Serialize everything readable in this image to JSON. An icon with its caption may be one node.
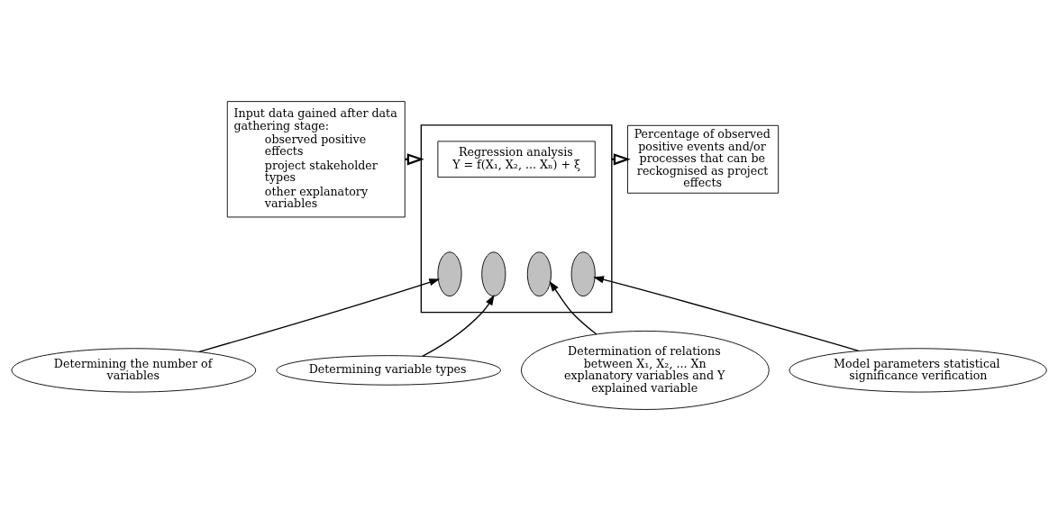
{
  "diagram": {
    "nodes": [
      {
        "text": [
          "Input data gained after data gathering stage:",
          "observed positive effects",
          "project stakeholder types",
          "other explanatory variables"
        ]
      },
      {
        "text": [],
        "shape": "box"
      },
      {
        "text": [
          "Regression analysis",
          "Y = f(X₁, X₂, ... Xₙ) + ξ"
        ],
        "in": 1
      },
      {
        "text": [],
        "shape": "ellipse",
        "in": 1
      },
      {
        "text": [],
        "shape": "ellipse",
        "in": 1
      },
      {
        "text": [],
        "shape": "ellipse",
        "in": 1
      },
      {
        "text": [],
        "shape": "ellipse",
        "in": 1
      },
      {
        "text": [
          "Percentage of observed positive events and/or processes that can be reckognised as project effects"
        ]
      },
      {
        "text": [
          "Determining the number of variables"
        ]
      },
      {
        "text": [
          "Determining variable types"
        ]
      },
      {
        "text": [
          "Determination of relations between X₁, X₂, ... Xn explanatory variables and Y explained variable"
        ]
      },
      {
        "text": [
          "Model parameters statistical significance verification"
        ]
      }
    ],
    "edges": [
      {
        "from": 0,
        "to": 1,
        "arrow": "to"
      },
      {
        "from": 1,
        "to": 7,
        "arrow": "to"
      },
      {
        "from": 8,
        "to": 3,
        "arrow": "to"
      },
      {
        "from": 9,
        "to": 4,
        "arrow": "to"
      },
      {
        "from": 10,
        "to": 5,
        "arrow": "to"
      },
      {
        "from": 11,
        "to": 6,
        "arrow": "to"
      }
    ]
  }
}
